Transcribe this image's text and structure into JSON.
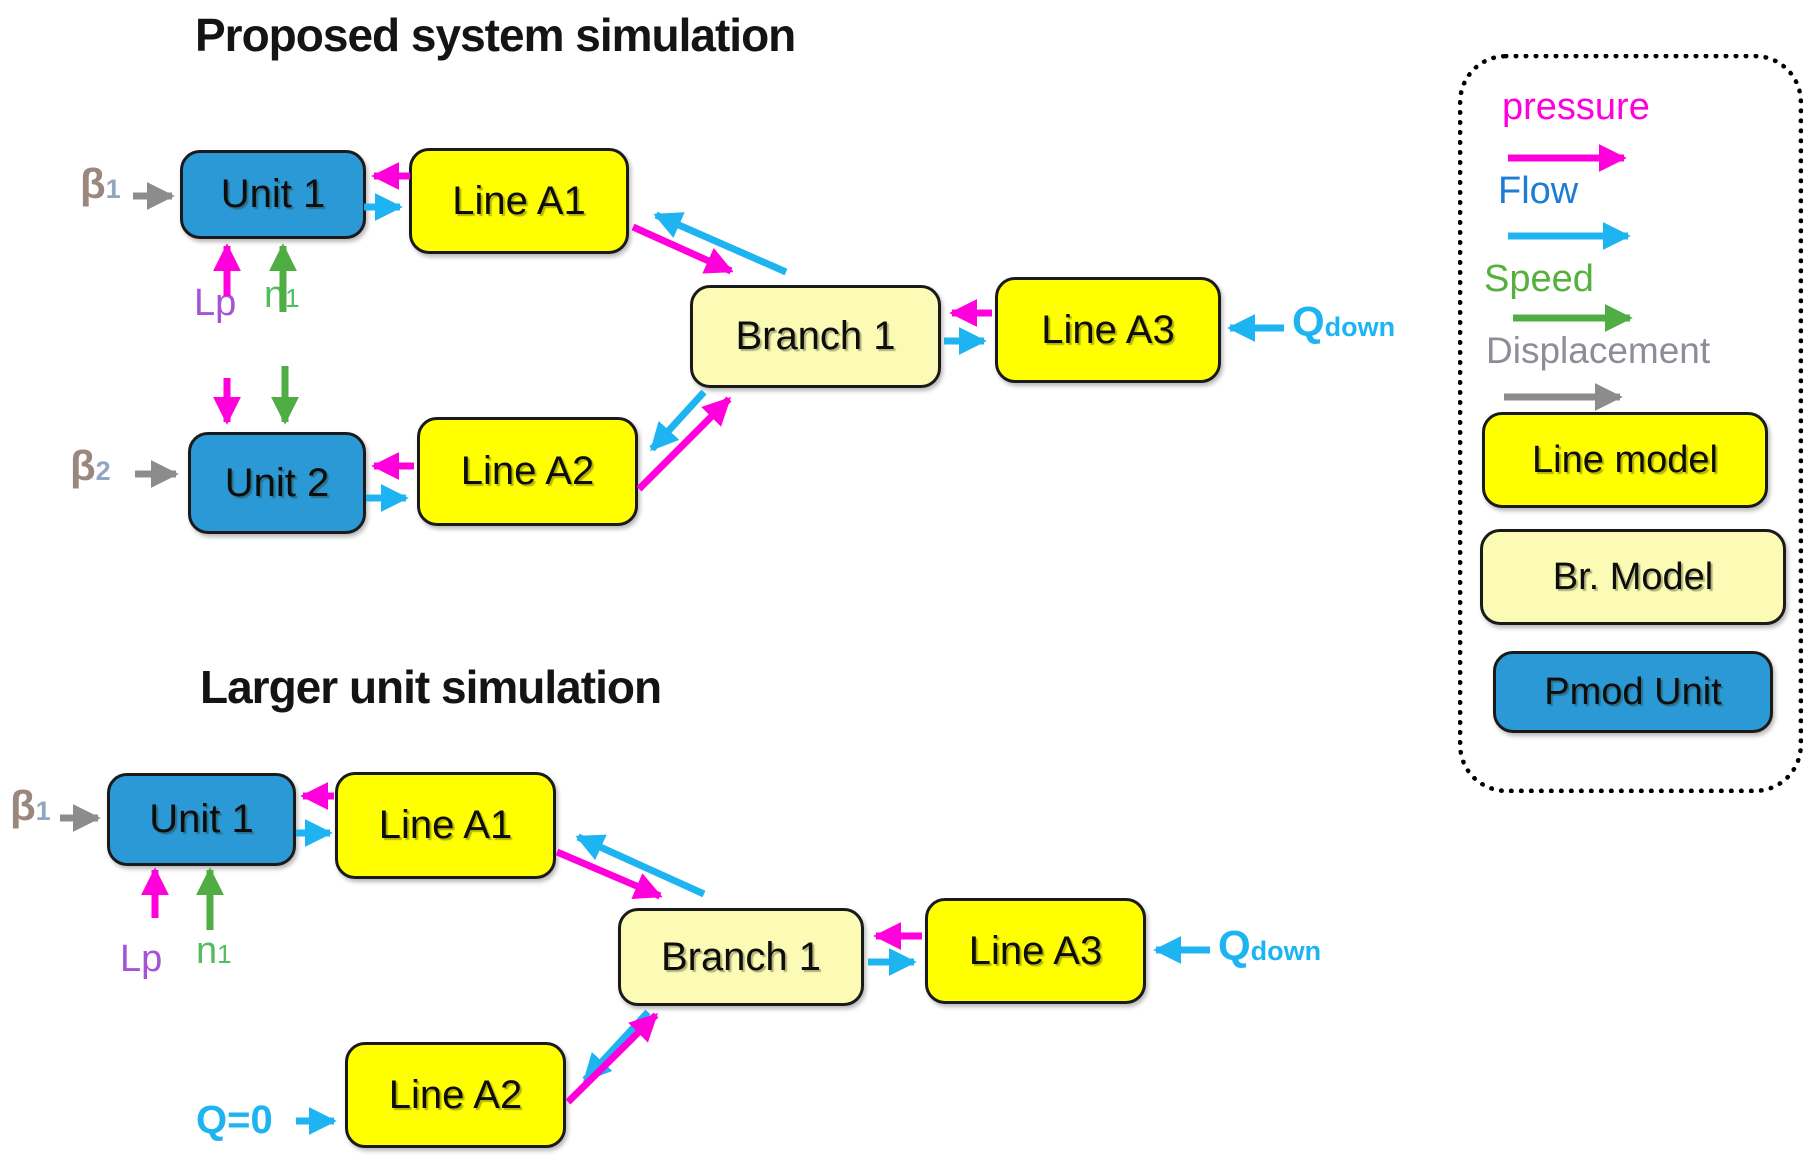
{
  "titles": {
    "top": "Proposed system simulation",
    "bottom": "Larger unit simulation"
  },
  "nodes": {
    "unit1": "Unit 1",
    "unit2": "Unit 2",
    "lineA1": "Line A1",
    "lineA2": "Line A2",
    "lineA3": "Line A3",
    "branch1": "Branch 1"
  },
  "annotations": {
    "beta": "β",
    "sub1": "1",
    "sub2": "2",
    "lp": "Lp",
    "n": "n",
    "q": "Q",
    "down": "down",
    "q_zero": "Q=0"
  },
  "legend": {
    "pressure_label": "pressure",
    "flow_label": "Flow",
    "speed_label": "Speed",
    "displacement_label": "Displacement",
    "line_model_label": "Line model",
    "branch_model_label": "Br. Model",
    "pmod_unit_label": "Pmod Unit"
  },
  "arrow_semantics": {
    "pressure": "pressure-arrow",
    "flow": "flow-arrow",
    "speed": "speed-arrow",
    "displacement": "displacement-arrow"
  },
  "colors": {
    "pressure": "#FF00DC",
    "flow": "#1EB4F1",
    "speed": "#50AD44",
    "displacement": "#8C8C8C",
    "flow_text": "#1B7DD4",
    "speed_text": "#55B03C",
    "displacement_text": "#8D8D99",
    "unit_fill": "#2B99D5",
    "line_fill": "#FFFF00",
    "branch_fill": "#FBFBB6",
    "box_border": "#1A1A1A",
    "title_text": "#141414",
    "beta_text": "#9A887E",
    "beta_sub": "#92A6C3",
    "lp_text": "#A554D6",
    "n_text": "#4FBE62"
  }
}
